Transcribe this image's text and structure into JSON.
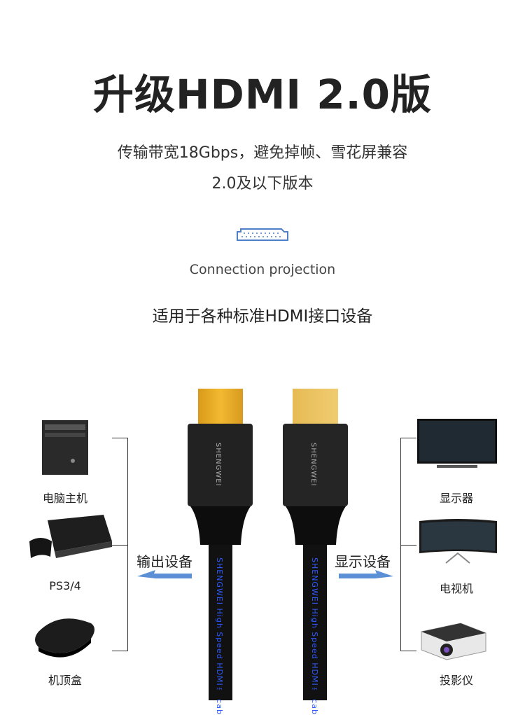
{
  "title": "升级HDMI 2.0版",
  "subtitle_line1": "传输带宽18Gbps，避免掉帧、雪花屏兼容",
  "subtitle_line2": "2.0及以下版本",
  "section_en": "Connection projection",
  "section_cn": "适用于各种标准HDMI接口设备",
  "left": {
    "heading": "输出设备",
    "devices": [
      "电脑主机",
      "PS3/4",
      "机顶盒"
    ]
  },
  "right": {
    "heading": "显示设备",
    "devices": [
      "显示器",
      "电视机",
      "投影仪"
    ]
  },
  "cable": {
    "brand": "SHENGWEI",
    "print": "SHENGWEI High Speed HDMI™ cab"
  },
  "colors": {
    "accent": "#5b8fd6",
    "gold": "#e0a624",
    "cable": "#111111",
    "print": "#2f5bff"
  }
}
